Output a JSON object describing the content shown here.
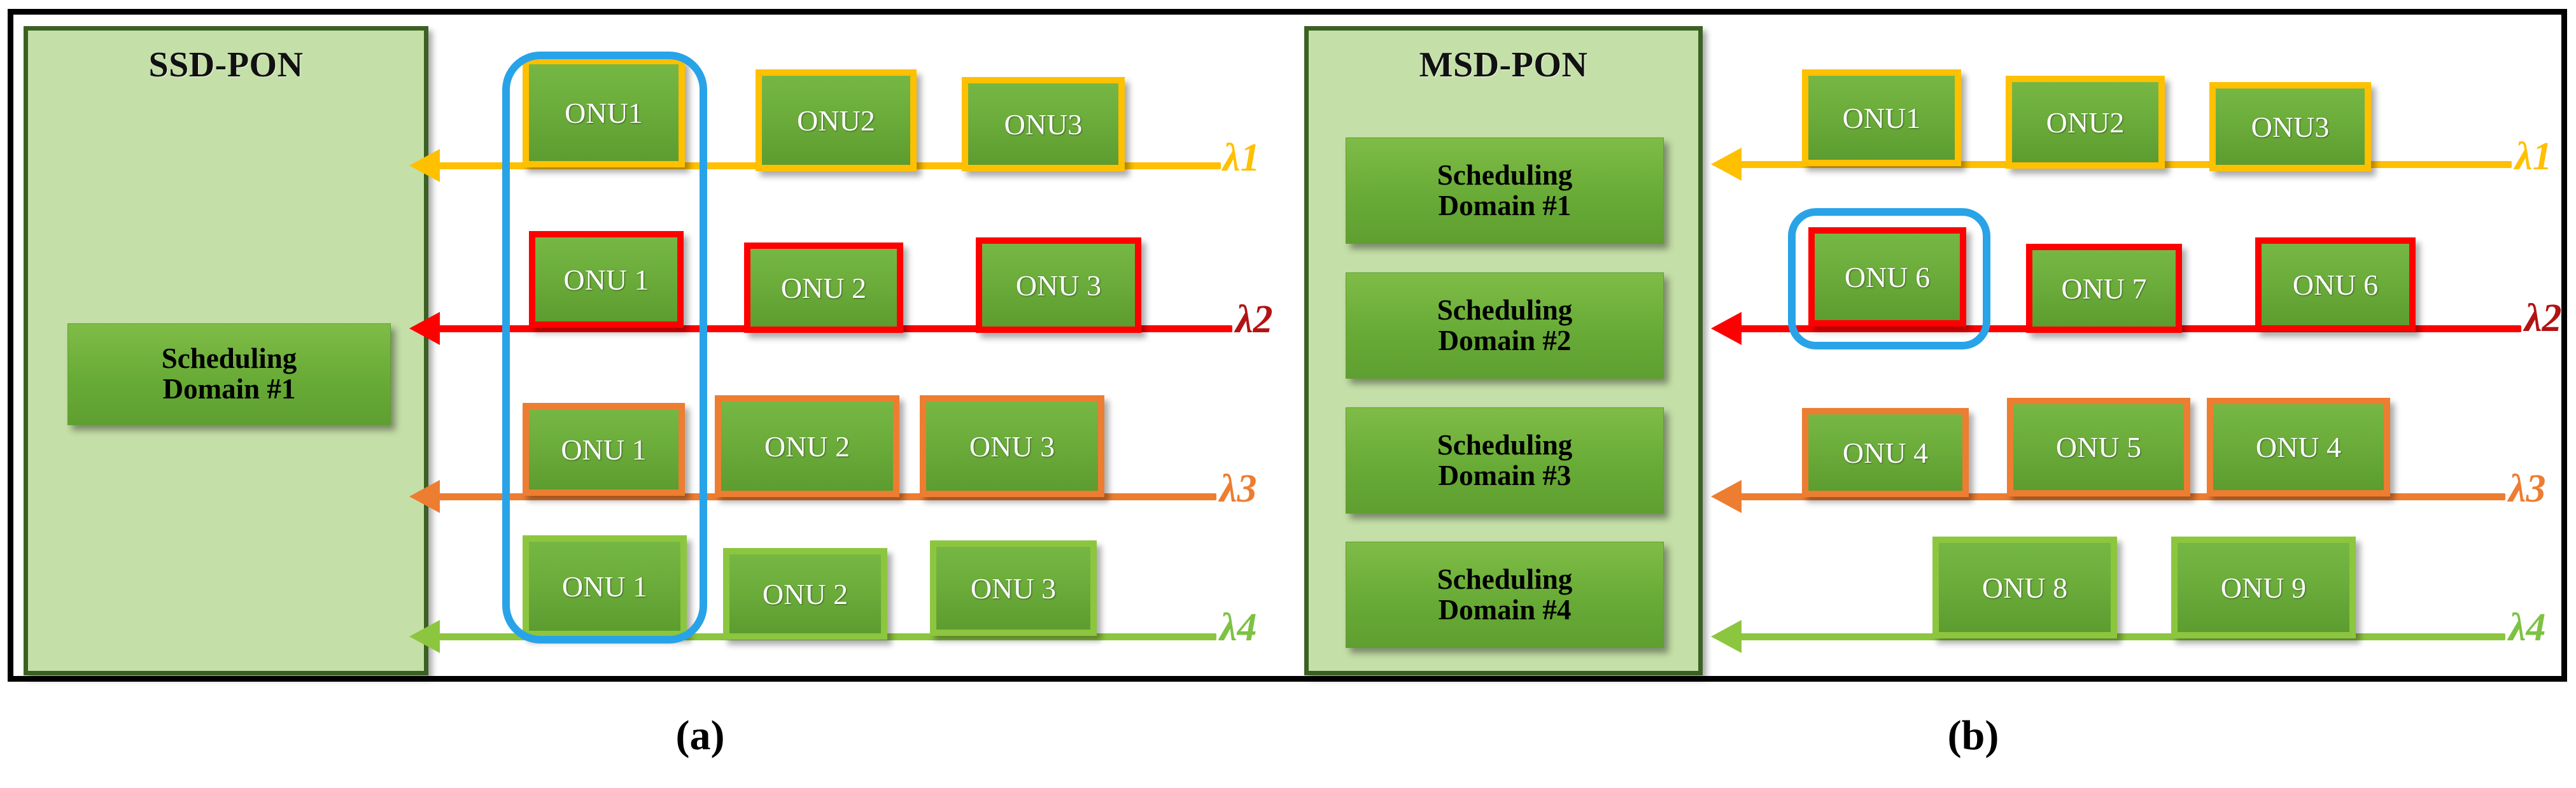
{
  "figure": {
    "captions": [
      {
        "key": "a",
        "text": "(a)"
      },
      {
        "key": "b",
        "text": "(b)"
      }
    ]
  },
  "colors": {
    "lambda1": "#FFC000",
    "lambda2": "#FF0000",
    "lambda2_label": "#B21313",
    "lambda3": "#ED7D31",
    "lambda4": "#7DC243",
    "pon_fill": "#C5DFA8",
    "pon_border": "#3B6122",
    "onu_fill": "#6AAB3A",
    "highlight": "#29A3E8",
    "frame": "#000000"
  },
  "panel_a": {
    "title": "SSD-PON",
    "scheduling_domains": [
      {
        "line1": "Scheduling",
        "line2": "Domain #1"
      }
    ],
    "rows": [
      {
        "lambda_label": "λ1",
        "lambda_color": "#FFC000",
        "border_color": "#FFC000",
        "onus": [
          {
            "label": "ONU1"
          },
          {
            "label": "ONU2"
          },
          {
            "label": "ONU3"
          }
        ]
      },
      {
        "lambda_label": "λ2",
        "lambda_color": "#B21313",
        "border_color": "#FF0000",
        "onus": [
          {
            "label": "ONU 1"
          },
          {
            "label": "ONU 2"
          },
          {
            "label": "ONU 3"
          }
        ]
      },
      {
        "lambda_label": "λ3",
        "lambda_color": "#ED7D31",
        "border_color": "#ED7D31",
        "onus": [
          {
            "label": "ONU 1"
          },
          {
            "label": "ONU 2"
          },
          {
            "label": "ONU 3"
          }
        ]
      },
      {
        "lambda_label": "λ4",
        "lambda_color": "#7DC243",
        "border_color": "#8CC63F",
        "onus": [
          {
            "label": "ONU 1"
          },
          {
            "label": "ONU 2"
          },
          {
            "label": "ONU 3"
          }
        ]
      }
    ],
    "highlight_note": "single-column highlight spanning all four wavelengths over the first ONU of each row"
  },
  "panel_b": {
    "title": "MSD-PON",
    "scheduling_domains": [
      {
        "line1": "Scheduling",
        "line2": "Domain #1"
      },
      {
        "line1": "Scheduling",
        "line2": "Domain #2"
      },
      {
        "line1": "Scheduling",
        "line2": "Domain #3"
      },
      {
        "line1": "Scheduling",
        "line2": "Domain #4"
      }
    ],
    "rows": [
      {
        "lambda_label": "λ1",
        "lambda_color": "#FFC000",
        "border_color": "#FFC000",
        "onus": [
          {
            "label": "ONU1"
          },
          {
            "label": "ONU2"
          },
          {
            "label": "ONU3"
          }
        ]
      },
      {
        "lambda_label": "λ2",
        "lambda_color": "#B21313",
        "border_color": "#FF0000",
        "onus": [
          {
            "label": "ONU 6"
          },
          {
            "label": "ONU 7"
          },
          {
            "label": "ONU 6"
          }
        ]
      },
      {
        "lambda_label": "λ3",
        "lambda_color": "#ED7D31",
        "border_color": "#ED7D31",
        "onus": [
          {
            "label": "ONU 4"
          },
          {
            "label": "ONU 5"
          },
          {
            "label": "ONU 4"
          }
        ]
      },
      {
        "lambda_label": "λ4",
        "lambda_color": "#7DC243",
        "border_color": "#8CC63F",
        "onus": [
          {
            "label": "ONU 8"
          },
          {
            "label": "ONU 9"
          }
        ]
      }
    ],
    "highlight_note": "highlight around the first ONU of the λ2 row only"
  }
}
